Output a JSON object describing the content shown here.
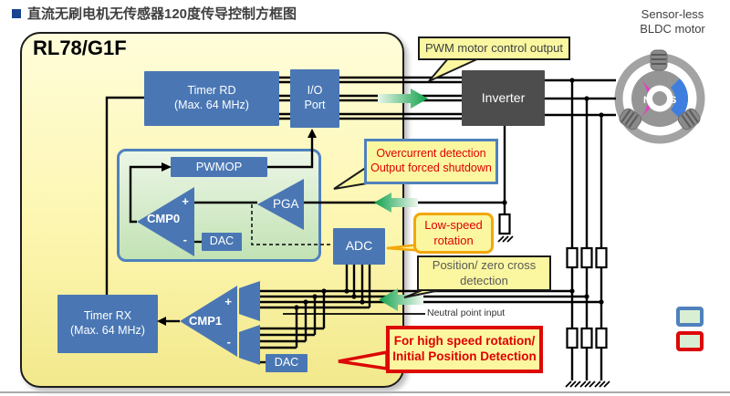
{
  "title": "直流无刷电机无传感器120度传导控制方框图",
  "chip": "RL78/G1F",
  "blocks": {
    "timer_rd": [
      "Timer RD",
      "(Max. 64 MHz)"
    ],
    "io_port": [
      "I/O",
      "Port"
    ],
    "pwmop": "PWMOP",
    "cmp0": {
      "label": "CMP0",
      "plus": "+",
      "minus": "-"
    },
    "dac0": "DAC",
    "pga": "PGA",
    "adc": "ADC",
    "timer_rx": [
      "Timer RX",
      "(Max. 64 MHz)"
    ],
    "cmp1": {
      "label": "CMP1",
      "plus": "+",
      "minus": "-"
    },
    "dac1": "DAC",
    "inverter": "Inverter"
  },
  "motor": {
    "label": [
      "Sensor-less",
      "BLDC motor"
    ],
    "n": "N",
    "s": "S"
  },
  "callouts": {
    "pwm": "PWM motor control output",
    "overcurrent": [
      "Overcurrent detection",
      "Output forced shutdown"
    ],
    "low_speed": [
      "Low-speed",
      "rotation"
    ],
    "position": [
      "Position/ zero cross",
      "detection"
    ],
    "high_speed": [
      "For high speed rotation/",
      "Initial Position Detection"
    ],
    "neutral": "Neutral point input"
  },
  "colors": {
    "block_blue": "#4a77b4",
    "group_border_blue": "#4f81bd",
    "group_border_red": "#dd0807",
    "group_border_orange": "#f2a70a",
    "chip_fill_top": "#fffdda",
    "chip_fill_bottom": "#f2e88c",
    "callout_yellow": "#fbf7a0",
    "callout_text_red": "#e00000",
    "inverter_gray": "#4d4d4d",
    "arrow_green": "#0fa04a",
    "magnet_n_pink": "#e53fc3",
    "magnet_s_blue": "#3e7ede",
    "title_bullet_blue": "#17458f"
  }
}
